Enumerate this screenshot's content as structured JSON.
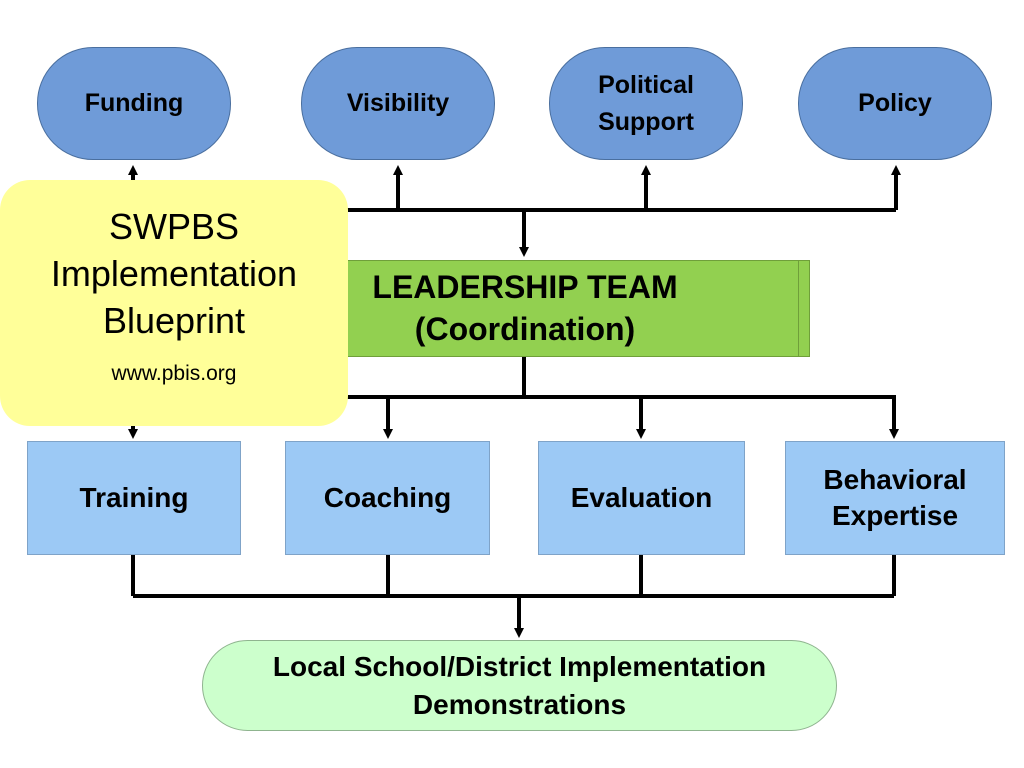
{
  "resources": [
    {
      "label": "Funding"
    },
    {
      "label": "Visibility"
    },
    {
      "label": "Political Support"
    },
    {
      "label": "Policy"
    }
  ],
  "leadership_team": {
    "title": "LEADERSHIP TEAM",
    "subtitle": "(Coordination)"
  },
  "capacities": [
    {
      "label": "Training"
    },
    {
      "label": "Coaching"
    },
    {
      "label": "Evaluation"
    },
    {
      "label": "Behavioral Expertise"
    }
  ],
  "outcome": {
    "label": "Local School/District Implementation Demonstrations"
  },
  "blueprint_note": {
    "title": "SWPBS Implementation Blueprint",
    "url": "www.pbis.org"
  },
  "colors": {
    "resource_fill": "#6f9bd8",
    "leadership_fill": "#92d050",
    "capacity_fill": "#9cc9f5",
    "outcome_fill": "#ccffcc",
    "note_fill": "#ffff99"
  }
}
